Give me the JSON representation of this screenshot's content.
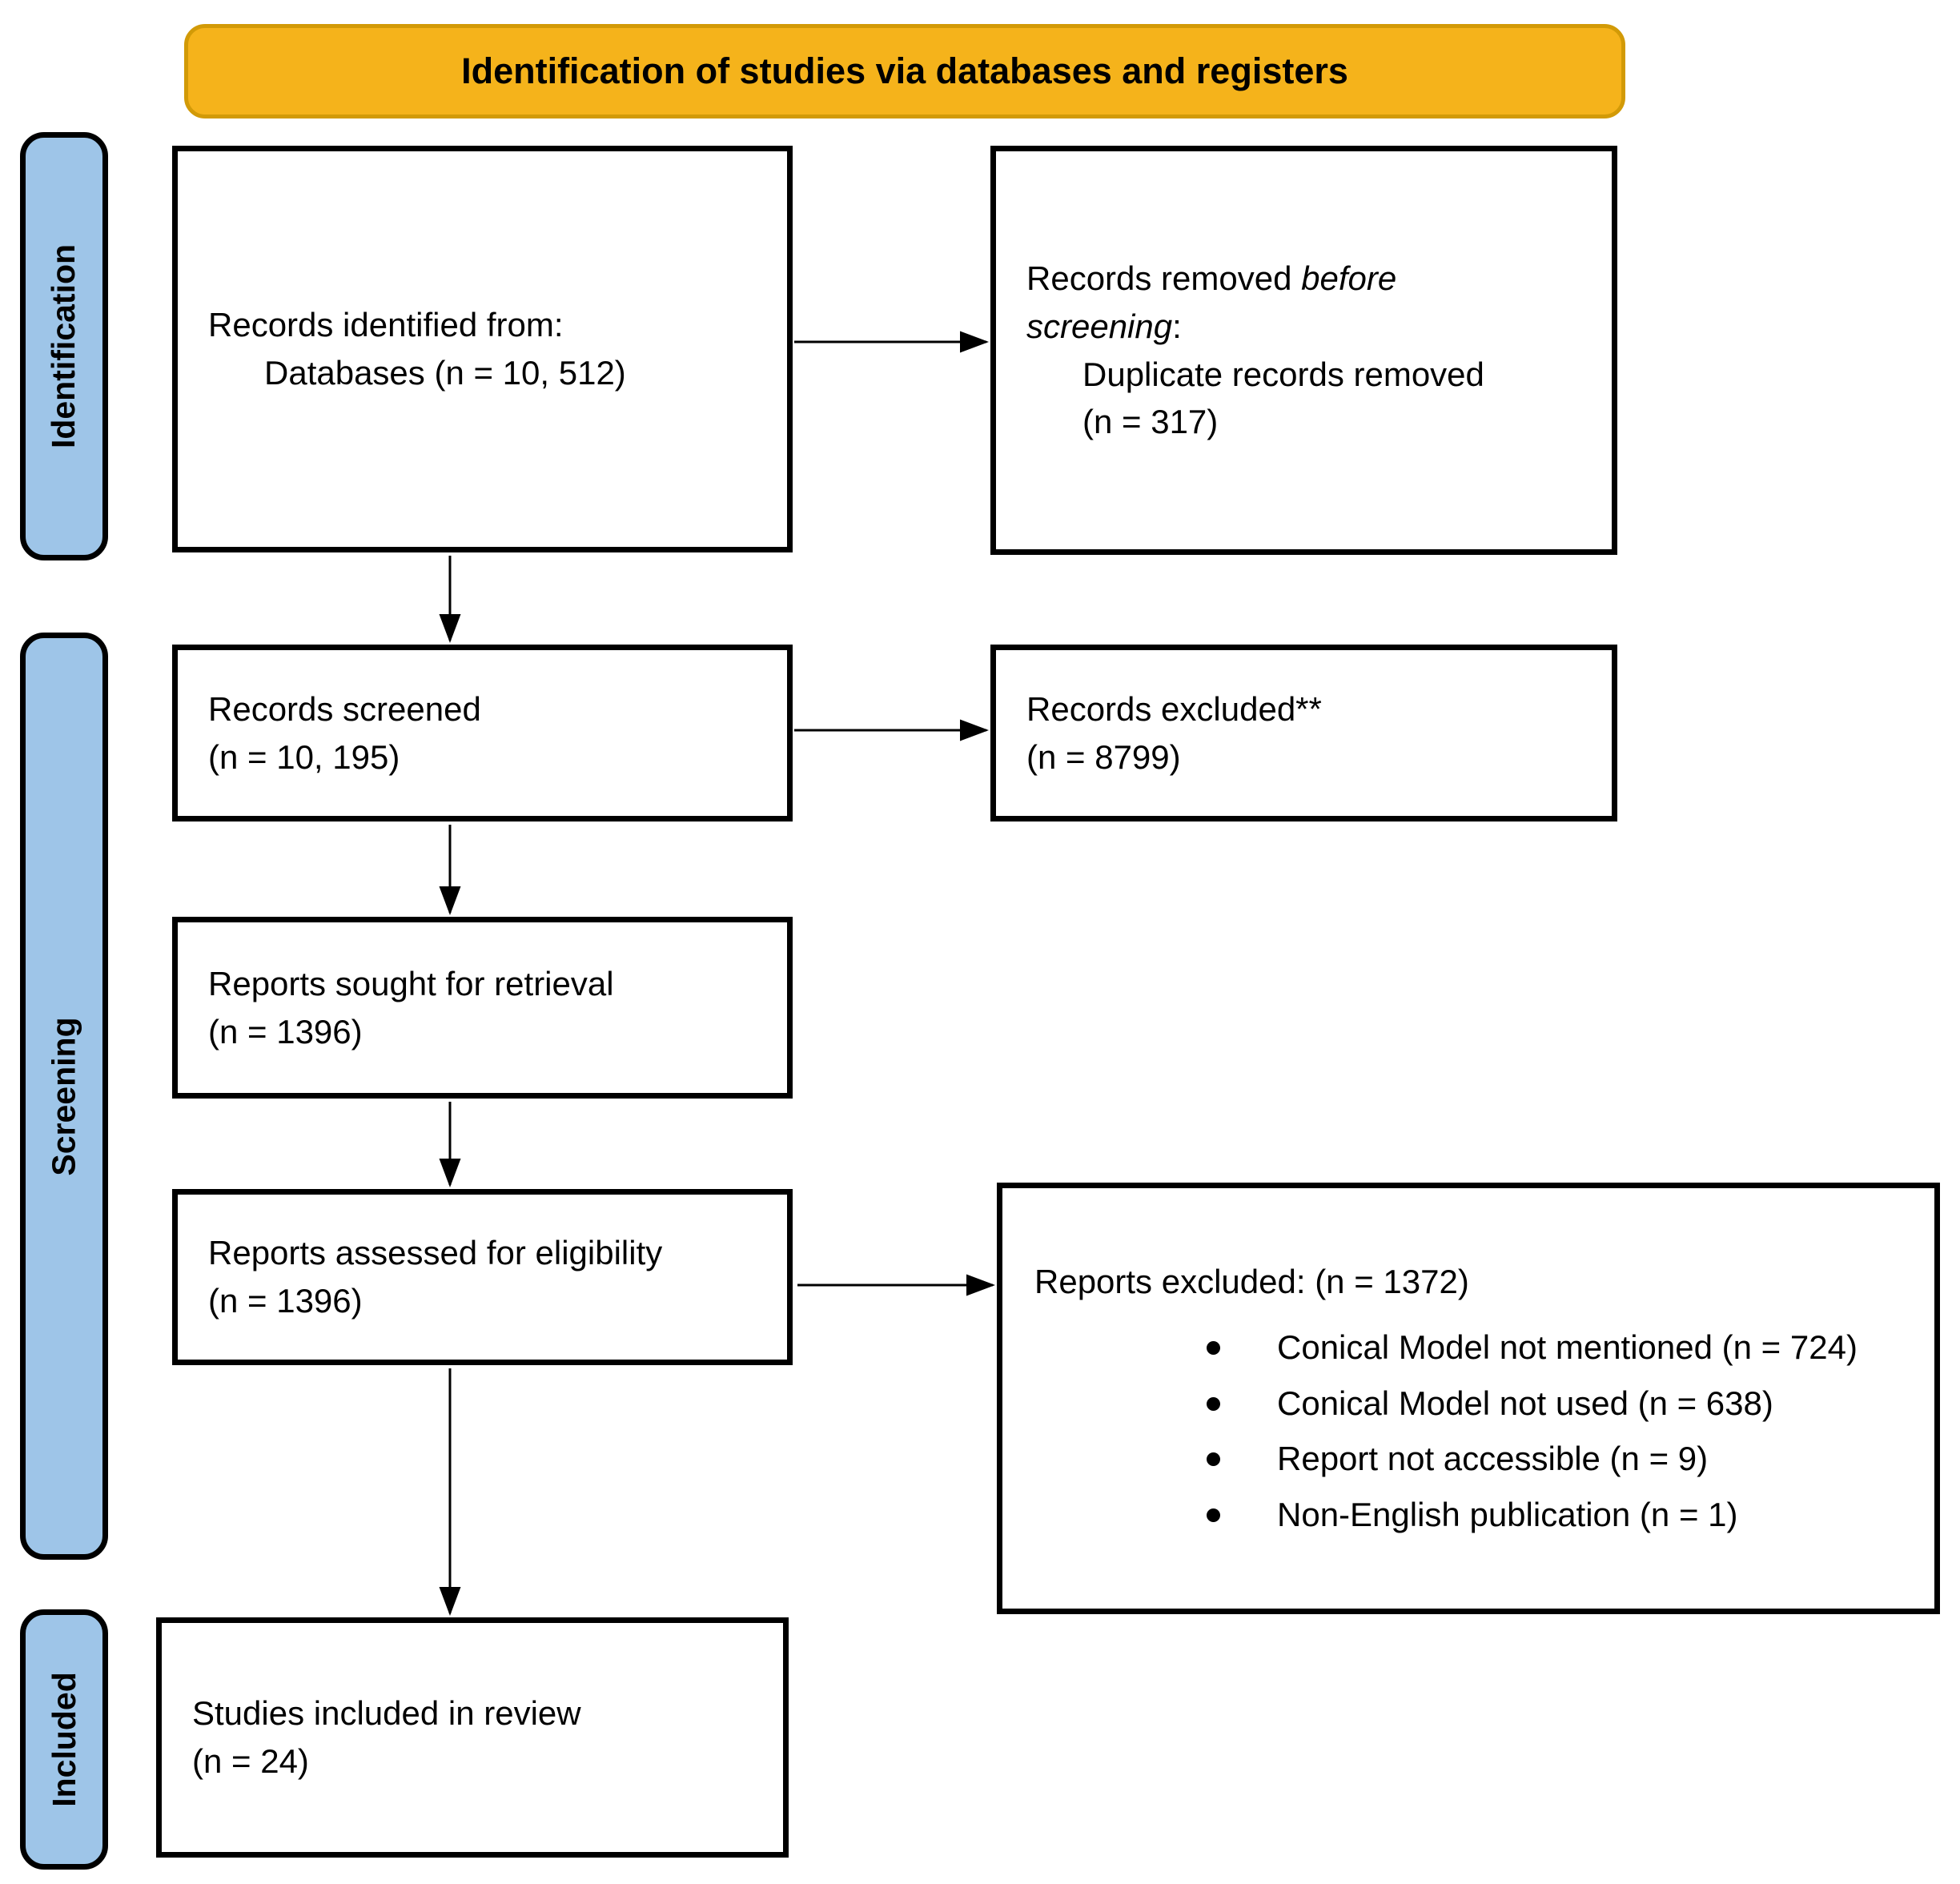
{
  "title": "Identification of studies via databases and registers",
  "colors": {
    "banner_fill": "#F5B31B",
    "banner_border": "#D29A07",
    "ribbon_fill": "#9EC5E8"
  },
  "sidebar": {
    "identification": "Identification",
    "screening": "Screening",
    "included": "Included"
  },
  "boxes": {
    "records_identified": {
      "line1": "Records identified from:",
      "line2": "Databases (n = 10, 512)"
    },
    "records_removed": {
      "line1_normal": "Records removed ",
      "line1_italic": "before",
      "line2_italic": "screening",
      "line2_normal": ":",
      "line3": "Duplicate records removed",
      "line4": "(n = 317)"
    },
    "records_screened": {
      "line1": "Records screened",
      "line2": "(n = 10, 195)"
    },
    "records_excluded": {
      "line1": "Records excluded**",
      "line2": "(n = 8799)"
    },
    "reports_sought": {
      "line1": "Reports sought for retrieval",
      "line2": "(n = 1396)"
    },
    "reports_assessed": {
      "line1": "Reports assessed for eligibility",
      "line2": "(n = 1396)"
    },
    "reports_excluded": {
      "header": "Reports excluded: (n = 1372)",
      "bullets": [
        "Conical Model not mentioned (n = 724)",
        "Conical Model not used (n = 638)",
        "Report not accessible (n = 9)",
        "Non-English publication (n = 1)"
      ]
    },
    "studies_included": {
      "line1": "Studies included in review",
      "line2": "(n = 24)"
    }
  }
}
